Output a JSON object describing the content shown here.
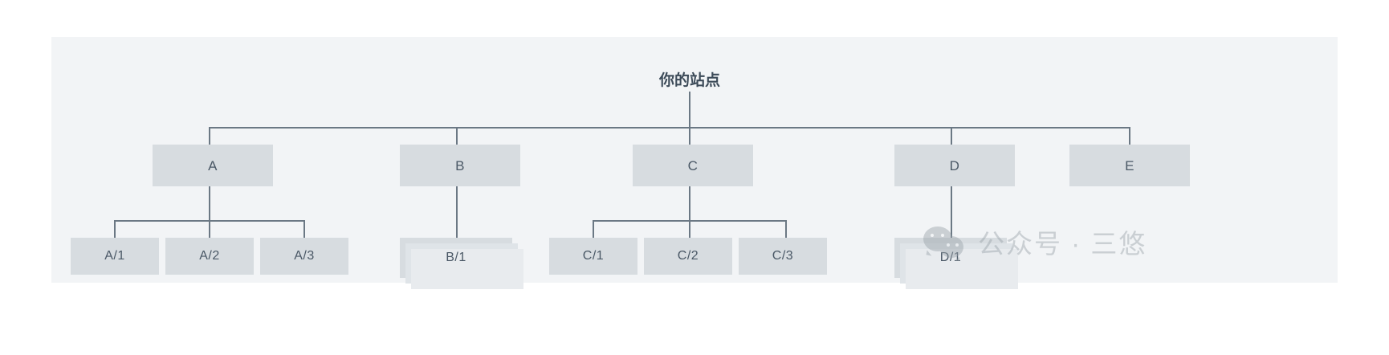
{
  "diagram": {
    "title": "你的站点",
    "root": {
      "label": "你的站点"
    },
    "level1": [
      {
        "label": "A"
      },
      {
        "label": "B"
      },
      {
        "label": "C"
      },
      {
        "label": "D"
      },
      {
        "label": "E"
      }
    ],
    "level2": {
      "a_children": [
        {
          "label": "A/1"
        },
        {
          "label": "A/2"
        },
        {
          "label": "A/3"
        }
      ],
      "b_children": [
        {
          "label": "B/1",
          "stacked": true
        }
      ],
      "c_children": [
        {
          "label": "C/1"
        },
        {
          "label": "C/2"
        },
        {
          "label": "C/3"
        }
      ],
      "d_children": [
        {
          "label": "D/1",
          "stacked": true
        }
      ],
      "e_children": []
    },
    "colors": {
      "canvas_background": "#f2f4f6",
      "node_fill": "#d7dce0",
      "node_text": "#4a5866",
      "connector": "#6b7884",
      "stack_shadow": "#e2e6ea",
      "page_background": "#ffffff"
    }
  },
  "watermark": {
    "text": "公众号 · 三悠",
    "icon": "wechat-logo",
    "color": "#9aa3aa"
  }
}
